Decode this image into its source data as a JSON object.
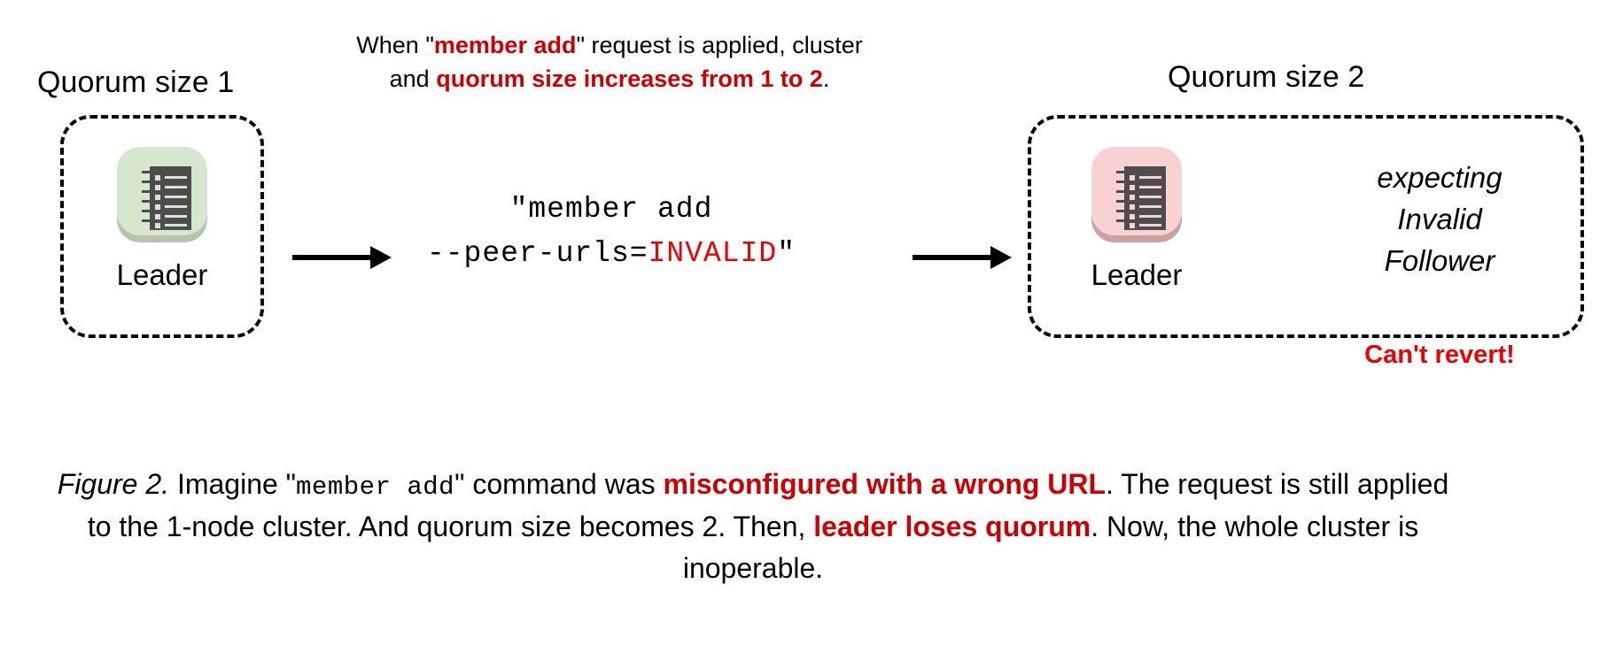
{
  "figure": {
    "left_column": {
      "heading": "Quorum size 1",
      "node_label": "Leader",
      "icon_name": "notebook-icon",
      "tile_color": "#d7e7cf",
      "shadow_color": "#b5c4ae"
    },
    "right_column": {
      "heading": "Quorum size 2",
      "node_label": "Leader",
      "icon_name": "notebook-icon",
      "tile_color": "#f8d2d2",
      "shadow_color": "#c9a2a2",
      "expecting_line_1": "expecting",
      "expecting_line_2": "Invalid",
      "expecting_line_3": "Follower",
      "warning": "Can't revert!",
      "warning_color": "#ee0000"
    },
    "annotation": {
      "part_1": "When \"",
      "highlight_1": "member add",
      "part_2": "\" request is applied, cluster and ",
      "highlight_2": "quorum size increases from 1 to 2",
      "part_3": "."
    },
    "command": {
      "line_1": "\"member add",
      "line_2_prefix": "--peer-urls=",
      "line_2_invalid": "INVALID",
      "line_2_suffix": "\"",
      "invalid_color": "#ee0000"
    },
    "arrows": {
      "arrow_1_name": "apply-request-arrow",
      "arrow_2_name": "resulting-state-arrow"
    },
    "caption": {
      "label": "Figure 2.",
      "text_1": " Imagine \"",
      "mono_1": "member add",
      "text_2": "\" command was ",
      "highlight_1": "misconfigured with a wrong URL",
      "text_3": ". The request is still applied to the 1-node cluster. And quorum size becomes 2. Then, ",
      "highlight_2": "leader loses quorum",
      "text_4": ". Now, the whole cluster is inoperable.",
      "highlight_color": "#cc0000"
    }
  }
}
